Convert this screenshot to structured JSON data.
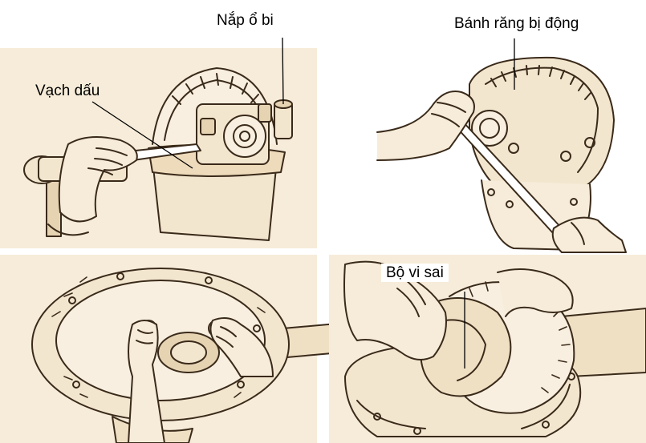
{
  "labels": {
    "bearing_cap": "Nắp ổ bi",
    "marking_line": "Vạch dấu",
    "driven_gear": "Bánh răng bị động",
    "differential": "Bộ vi sai"
  },
  "panels": [
    {
      "name": "marking-bearing-cap"
    },
    {
      "name": "removing-driven-gear"
    },
    {
      "name": "removing-bearing-caps"
    },
    {
      "name": "lifting-out-differential"
    }
  ],
  "colors": {
    "ink": "#3a2a1a",
    "paper": "#f3e6cf",
    "shade": "#e6d3b2",
    "label": "#000000"
  }
}
